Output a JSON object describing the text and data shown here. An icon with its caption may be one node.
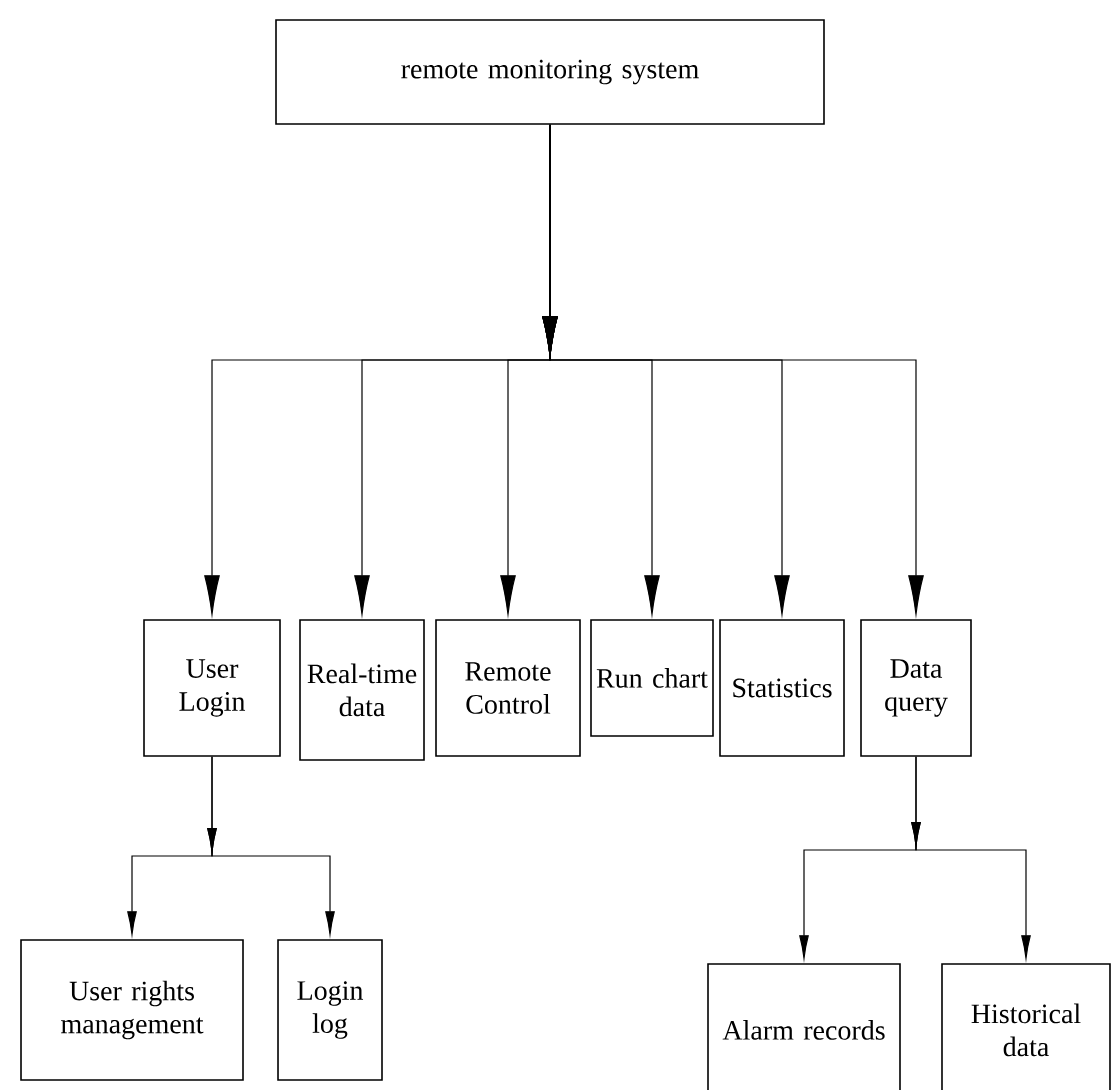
{
  "diagram": {
    "nodes": [
      {
        "text": [
          "remote monitoring system"
        ]
      },
      {
        "text": [
          "User Login"
        ]
      },
      {
        "text": [
          "Real-time data"
        ]
      },
      {
        "text": [
          "Remote Control"
        ]
      },
      {
        "text": [
          "Run chart"
        ]
      },
      {
        "text": [
          "Statistics"
        ]
      },
      {
        "text": [
          "Data query"
        ]
      },
      {
        "text": [
          "User rights management"
        ]
      },
      {
        "text": [
          "Login log"
        ]
      },
      {
        "text": [
          "Alarm records"
        ]
      },
      {
        "text": [
          "Historical data"
        ]
      }
    ],
    "edges": [
      {
        "from": 0,
        "to": 1,
        "arrow": "to"
      },
      {
        "from": 0,
        "to": 2,
        "arrow": "to"
      },
      {
        "from": 0,
        "to": 3,
        "arrow": "to"
      },
      {
        "from": 0,
        "to": 4,
        "arrow": "to"
      },
      {
        "from": 0,
        "to": 5,
        "arrow": "to"
      },
      {
        "from": 0,
        "to": 6,
        "arrow": "to"
      },
      {
        "from": 1,
        "to": 7,
        "arrow": "to"
      },
      {
        "from": 1,
        "to": 8,
        "arrow": "to"
      },
      {
        "from": 6,
        "to": 9,
        "arrow": "to"
      },
      {
        "from": 6,
        "to": 10,
        "arrow": "to"
      }
    ]
  }
}
